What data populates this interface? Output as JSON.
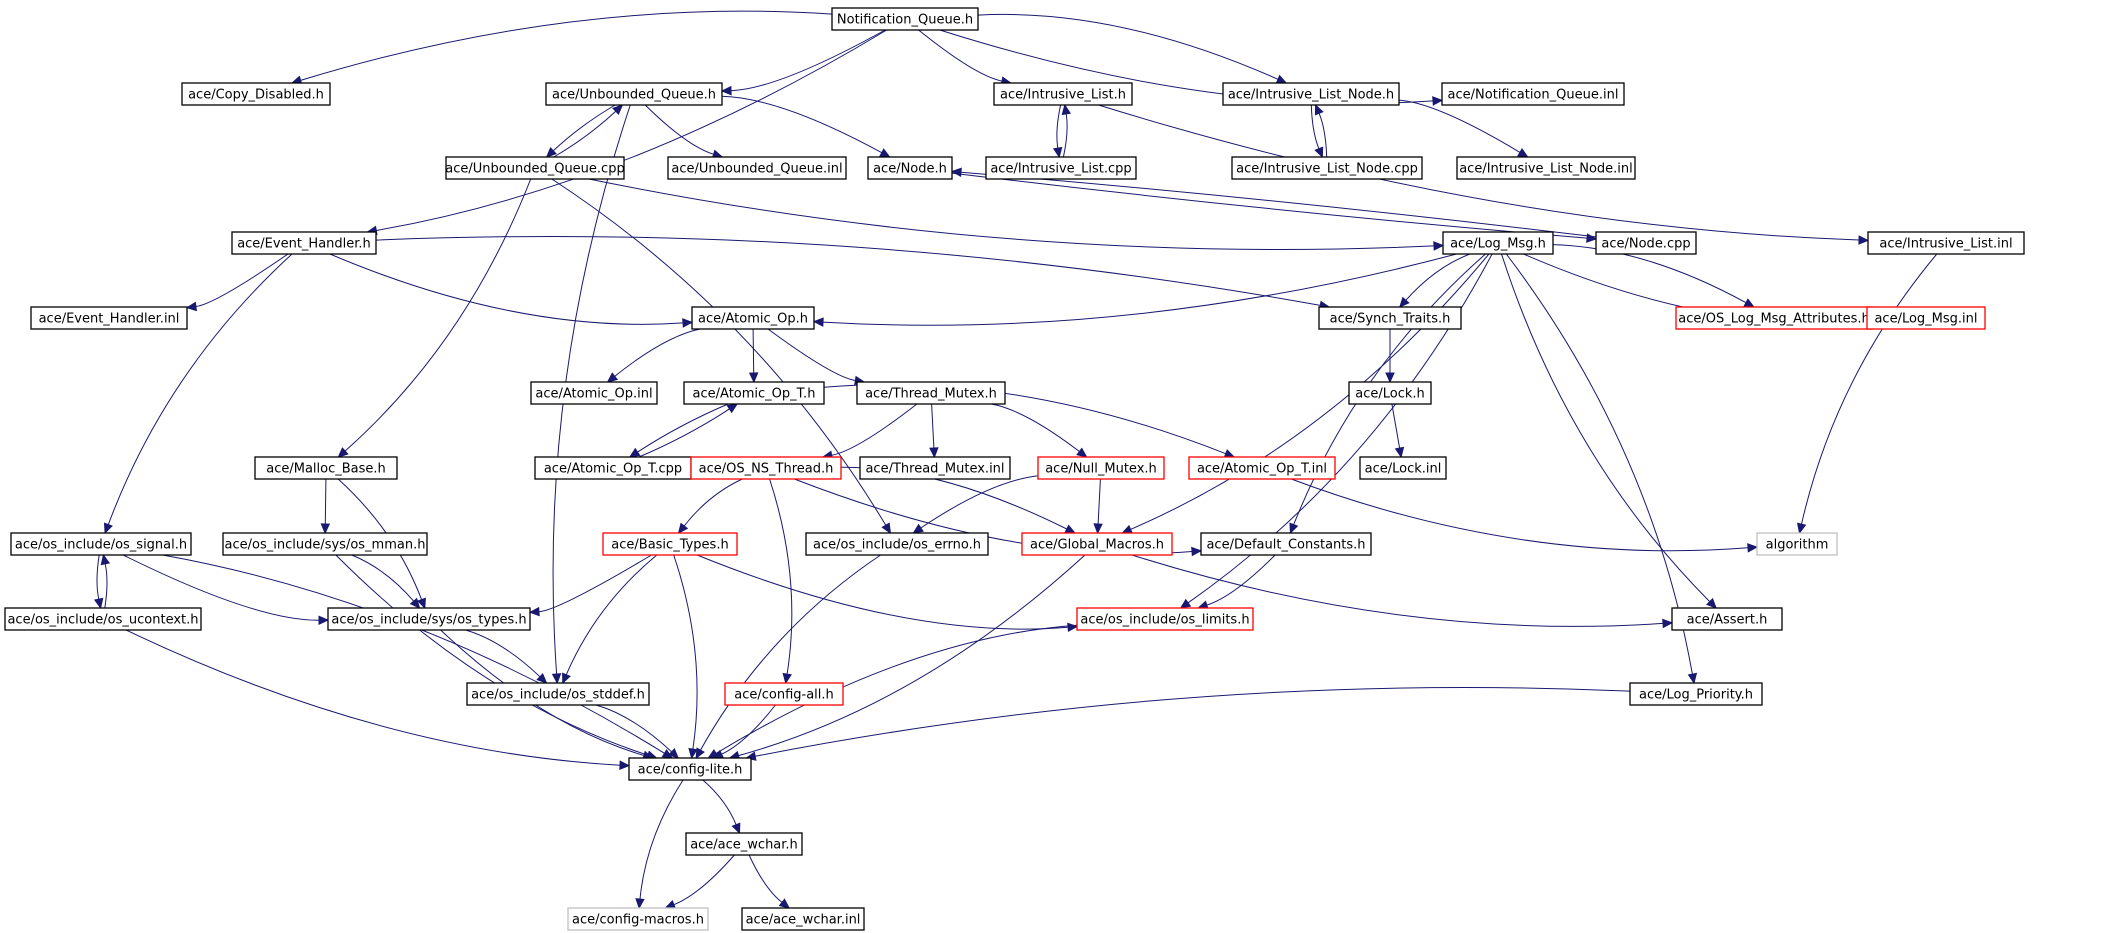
{
  "colors": {
    "edge": "#191970",
    "border_default": "#000000",
    "border_incomplete": "#ff0000",
    "border_external": "#bfbfbf",
    "root_fill": "#bfbfbf"
  },
  "nodes": [
    {
      "id": "notification_queue_h",
      "label": "Notification_Queue.h",
      "kind": "root"
    },
    {
      "id": "copy_disabled_h",
      "label": "ace/Copy_Disabled.h",
      "kind": "default"
    },
    {
      "id": "unbounded_queue_h",
      "label": "ace/Unbounded_Queue.h",
      "kind": "default"
    },
    {
      "id": "intrusive_list_h",
      "label": "ace/Intrusive_List.h",
      "kind": "default"
    },
    {
      "id": "intrusive_list_node_h",
      "label": "ace/Intrusive_List_Node.h",
      "kind": "default"
    },
    {
      "id": "notification_queue_inl",
      "label": "ace/Notification_Queue.inl",
      "kind": "default"
    },
    {
      "id": "unbounded_queue_cpp",
      "label": "ace/Unbounded_Queue.cpp",
      "kind": "default"
    },
    {
      "id": "unbounded_queue_inl",
      "label": "ace/Unbounded_Queue.inl",
      "kind": "default"
    },
    {
      "id": "node_h",
      "label": "ace/Node.h",
      "kind": "default"
    },
    {
      "id": "intrusive_list_cpp",
      "label": "ace/Intrusive_List.cpp",
      "kind": "default"
    },
    {
      "id": "intrusive_list_node_cpp",
      "label": "ace/Intrusive_List_Node.cpp",
      "kind": "default"
    },
    {
      "id": "intrusive_list_node_inl",
      "label": "ace/Intrusive_List_Node.inl",
      "kind": "default"
    },
    {
      "id": "event_handler_h",
      "label": "ace/Event_Handler.h",
      "kind": "default"
    },
    {
      "id": "log_msg_h",
      "label": "ace/Log_Msg.h",
      "kind": "default"
    },
    {
      "id": "node_cpp",
      "label": "ace/Node.cpp",
      "kind": "default"
    },
    {
      "id": "intrusive_list_inl",
      "label": "ace/Intrusive_List.inl",
      "kind": "default"
    },
    {
      "id": "event_handler_inl",
      "label": "ace/Event_Handler.inl",
      "kind": "default"
    },
    {
      "id": "atomic_op_h",
      "label": "ace/Atomic_Op.h",
      "kind": "default"
    },
    {
      "id": "synch_traits_h",
      "label": "ace/Synch_Traits.h",
      "kind": "default"
    },
    {
      "id": "os_log_msg_attributes_h",
      "label": "ace/OS_Log_Msg_Attributes.h",
      "kind": "incomplete"
    },
    {
      "id": "log_msg_inl",
      "label": "ace/Log_Msg.inl",
      "kind": "incomplete"
    },
    {
      "id": "atomic_op_inl",
      "label": "ace/Atomic_Op.inl",
      "kind": "default"
    },
    {
      "id": "atomic_op_t_h",
      "label": "ace/Atomic_Op_T.h",
      "kind": "default"
    },
    {
      "id": "thread_mutex_h",
      "label": "ace/Thread_Mutex.h",
      "kind": "default"
    },
    {
      "id": "lock_h",
      "label": "ace/Lock.h",
      "kind": "default"
    },
    {
      "id": "malloc_base_h",
      "label": "ace/Malloc_Base.h",
      "kind": "default"
    },
    {
      "id": "atomic_op_t_cpp",
      "label": "ace/Atomic_Op_T.cpp",
      "kind": "default"
    },
    {
      "id": "os_ns_thread_h",
      "label": "ace/OS_NS_Thread.h",
      "kind": "incomplete"
    },
    {
      "id": "thread_mutex_inl",
      "label": "ace/Thread_Mutex.inl",
      "kind": "default"
    },
    {
      "id": "null_mutex_h",
      "label": "ace/Null_Mutex.h",
      "kind": "incomplete"
    },
    {
      "id": "atomic_op_t_inl",
      "label": "ace/Atomic_Op_T.inl",
      "kind": "incomplete"
    },
    {
      "id": "lock_inl",
      "label": "ace/Lock.inl",
      "kind": "default"
    },
    {
      "id": "os_signal_h",
      "label": "ace/os_include/os_signal.h",
      "kind": "default"
    },
    {
      "id": "os_mman_h",
      "label": "ace/os_include/sys/os_mman.h",
      "kind": "default"
    },
    {
      "id": "basic_types_h",
      "label": "ace/Basic_Types.h",
      "kind": "incomplete"
    },
    {
      "id": "os_errno_h",
      "label": "ace/os_include/os_errno.h",
      "kind": "default"
    },
    {
      "id": "global_macros_h",
      "label": "ace/Global_Macros.h",
      "kind": "incomplete"
    },
    {
      "id": "default_constants_h",
      "label": "ace/Default_Constants.h",
      "kind": "default"
    },
    {
      "id": "algorithm",
      "label": "algorithm",
      "kind": "external"
    },
    {
      "id": "os_ucontext_h",
      "label": "ace/os_include/os_ucontext.h",
      "kind": "default"
    },
    {
      "id": "os_types_h",
      "label": "ace/os_include/sys/os_types.h",
      "kind": "default"
    },
    {
      "id": "os_limits_h",
      "label": "ace/os_include/os_limits.h",
      "kind": "incomplete"
    },
    {
      "id": "assert_h",
      "label": "ace/Assert.h",
      "kind": "default"
    },
    {
      "id": "os_stddef_h",
      "label": "ace/os_include/os_stddef.h",
      "kind": "default"
    },
    {
      "id": "config_all_h",
      "label": "ace/config-all.h",
      "kind": "incomplete"
    },
    {
      "id": "log_priority_h",
      "label": "ace/Log_Priority.h",
      "kind": "default"
    },
    {
      "id": "config_lite_h",
      "label": "ace/config-lite.h",
      "kind": "default"
    },
    {
      "id": "ace_wchar_h",
      "label": "ace/ace_wchar.h",
      "kind": "default"
    },
    {
      "id": "config_macros_h",
      "label": "ace/config-macros.h",
      "kind": "external"
    },
    {
      "id": "ace_wchar_inl",
      "label": "ace/ace_wchar.inl",
      "kind": "default"
    }
  ],
  "edges": [
    [
      "notification_queue_h",
      "copy_disabled_h"
    ],
    [
      "notification_queue_h",
      "unbounded_queue_h"
    ],
    [
      "notification_queue_h",
      "intrusive_list_h"
    ],
    [
      "notification_queue_h",
      "intrusive_list_node_h"
    ],
    [
      "notification_queue_h",
      "notification_queue_inl"
    ],
    [
      "notification_queue_h",
      "event_handler_h"
    ],
    [
      "unbounded_queue_h",
      "unbounded_queue_cpp"
    ],
    [
      "unbounded_queue_cpp",
      "unbounded_queue_h"
    ],
    [
      "unbounded_queue_h",
      "unbounded_queue_inl"
    ],
    [
      "unbounded_queue_h",
      "node_h"
    ],
    [
      "unbounded_queue_h",
      "os_stddef_h"
    ],
    [
      "unbounded_queue_cpp",
      "malloc_base_h"
    ],
    [
      "unbounded_queue_cpp",
      "log_msg_h"
    ],
    [
      "unbounded_queue_cpp",
      "os_errno_h"
    ],
    [
      "intrusive_list_h",
      "intrusive_list_cpp"
    ],
    [
      "intrusive_list_cpp",
      "intrusive_list_h"
    ],
    [
      "intrusive_list_h",
      "intrusive_list_inl"
    ],
    [
      "intrusive_list_node_h",
      "intrusive_list_node_cpp"
    ],
    [
      "intrusive_list_node_cpp",
      "intrusive_list_node_h"
    ],
    [
      "intrusive_list_node_h",
      "intrusive_list_node_inl"
    ],
    [
      "node_h",
      "node_cpp"
    ],
    [
      "node_cpp",
      "node_h"
    ],
    [
      "intrusive_list_inl",
      "algorithm"
    ],
    [
      "event_handler_h",
      "event_handler_inl"
    ],
    [
      "event_handler_h",
      "atomic_op_h"
    ],
    [
      "event_handler_h",
      "synch_traits_h"
    ],
    [
      "event_handler_h",
      "os_signal_h"
    ],
    [
      "log_msg_h",
      "atomic_op_h"
    ],
    [
      "log_msg_h",
      "synch_traits_h"
    ],
    [
      "log_msg_h",
      "os_log_msg_attributes_h"
    ],
    [
      "log_msg_h",
      "log_msg_inl"
    ],
    [
      "log_msg_h",
      "global_macros_h"
    ],
    [
      "log_msg_h",
      "default_constants_h"
    ],
    [
      "log_msg_h",
      "os_limits_h"
    ],
    [
      "log_msg_h",
      "assert_h"
    ],
    [
      "log_msg_h",
      "log_priority_h"
    ],
    [
      "atomic_op_h",
      "atomic_op_inl"
    ],
    [
      "atomic_op_h",
      "atomic_op_t_h"
    ],
    [
      "atomic_op_h",
      "thread_mutex_h"
    ],
    [
      "atomic_op_t_h",
      "atomic_op_t_cpp"
    ],
    [
      "atomic_op_t_cpp",
      "atomic_op_t_h"
    ],
    [
      "atomic_op_t_h",
      "atomic_op_t_inl"
    ],
    [
      "atomic_op_t_inl",
      "algorithm"
    ],
    [
      "thread_mutex_h",
      "os_ns_thread_h"
    ],
    [
      "thread_mutex_h",
      "thread_mutex_inl"
    ],
    [
      "thread_mutex_h",
      "null_mutex_h"
    ],
    [
      "synch_traits_h",
      "lock_h"
    ],
    [
      "lock_h",
      "lock_inl"
    ],
    [
      "null_mutex_h",
      "os_errno_h"
    ],
    [
      "null_mutex_h",
      "global_macros_h"
    ],
    [
      "os_ns_thread_h",
      "basic_types_h"
    ],
    [
      "os_ns_thread_h",
      "global_macros_h"
    ],
    [
      "os_ns_thread_h",
      "default_constants_h"
    ],
    [
      "os_ns_thread_h",
      "config_all_h"
    ],
    [
      "malloc_base_h",
      "os_mman_h"
    ],
    [
      "malloc_base_h",
      "os_types_h"
    ],
    [
      "os_signal_h",
      "os_ucontext_h"
    ],
    [
      "os_ucontext_h",
      "os_signal_h"
    ],
    [
      "os_signal_h",
      "os_types_h"
    ],
    [
      "os_signal_h",
      "config_lite_h"
    ],
    [
      "os_ucontext_h",
      "config_lite_h"
    ],
    [
      "os_mman_h",
      "os_types_h"
    ],
    [
      "os_mman_h",
      "config_lite_h"
    ],
    [
      "basic_types_h",
      "os_types_h"
    ],
    [
      "basic_types_h",
      "os_stddef_h"
    ],
    [
      "basic_types_h",
      "config_lite_h"
    ],
    [
      "basic_types_h",
      "os_limits_h"
    ],
    [
      "os_types_h",
      "os_stddef_h"
    ],
    [
      "os_types_h",
      "config_lite_h"
    ],
    [
      "os_stddef_h",
      "config_lite_h"
    ],
    [
      "os_errno_h",
      "config_lite_h"
    ],
    [
      "global_macros_h",
      "config_lite_h"
    ],
    [
      "global_macros_h",
      "assert_h"
    ],
    [
      "default_constants_h",
      "os_limits_h"
    ],
    [
      "os_limits_h",
      "config_lite_h"
    ],
    [
      "config_all_h",
      "config_lite_h"
    ],
    [
      "log_priority_h",
      "config_lite_h"
    ],
    [
      "config_lite_h",
      "ace_wchar_h"
    ],
    [
      "config_lite_h",
      "config_macros_h"
    ],
    [
      "ace_wchar_h",
      "config_macros_h"
    ],
    [
      "ace_wchar_h",
      "ace_wchar_inl"
    ]
  ]
}
